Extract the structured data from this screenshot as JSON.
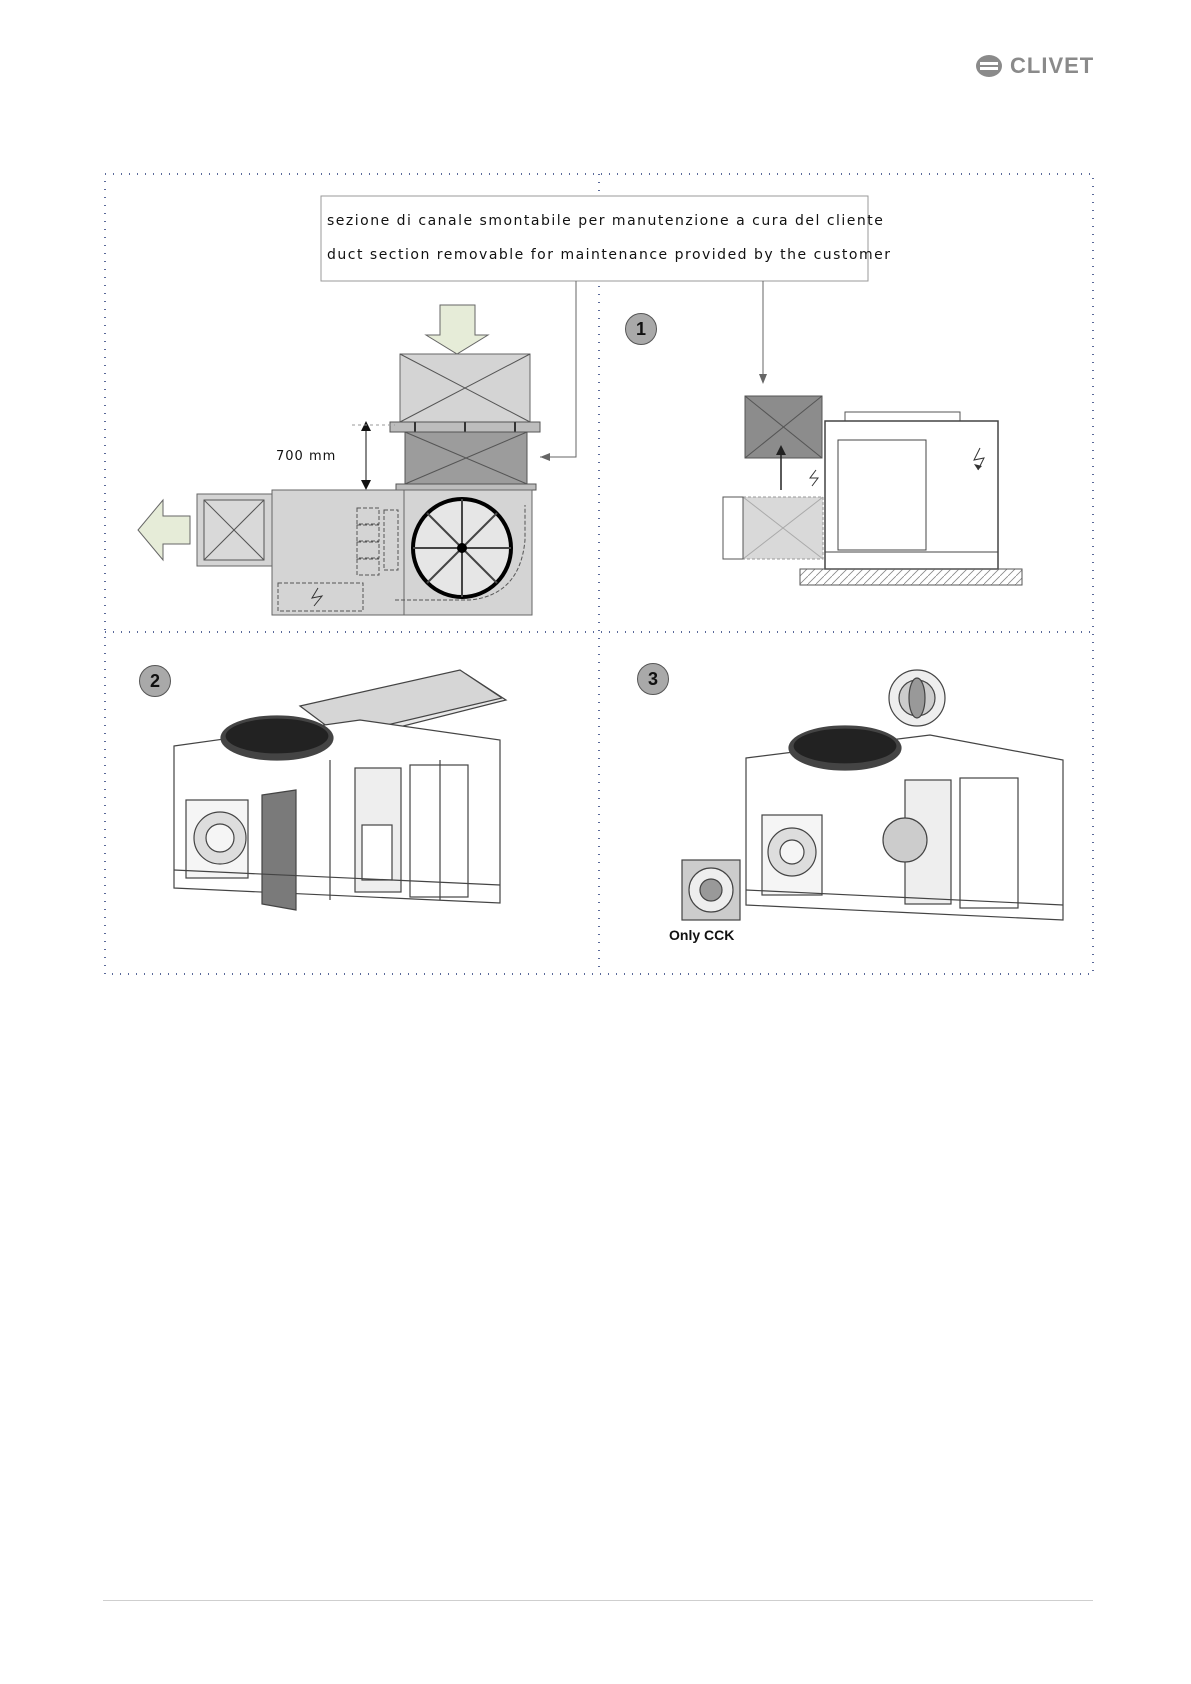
{
  "brand": {
    "name": "CLIVET",
    "logo_icon": "clivet-logo-icon",
    "color": "#8a8a8a"
  },
  "callout": {
    "line_it": "sezione di canale smontabile per manutenzione a cura del cliente",
    "line_en": "duct section removable for maintenance provided by the customer"
  },
  "dimension": {
    "label": "700 mm"
  },
  "steps": [
    {
      "number": "1"
    },
    {
      "number": "2"
    },
    {
      "number": "3",
      "caption": "Only CCK"
    }
  ],
  "colors": {
    "airflow_arrow": "#e6ecd8",
    "panel_gray": "#d4d4d4",
    "dark_gray": "#8c8c8c",
    "border_dots": "#5a6a9a"
  }
}
